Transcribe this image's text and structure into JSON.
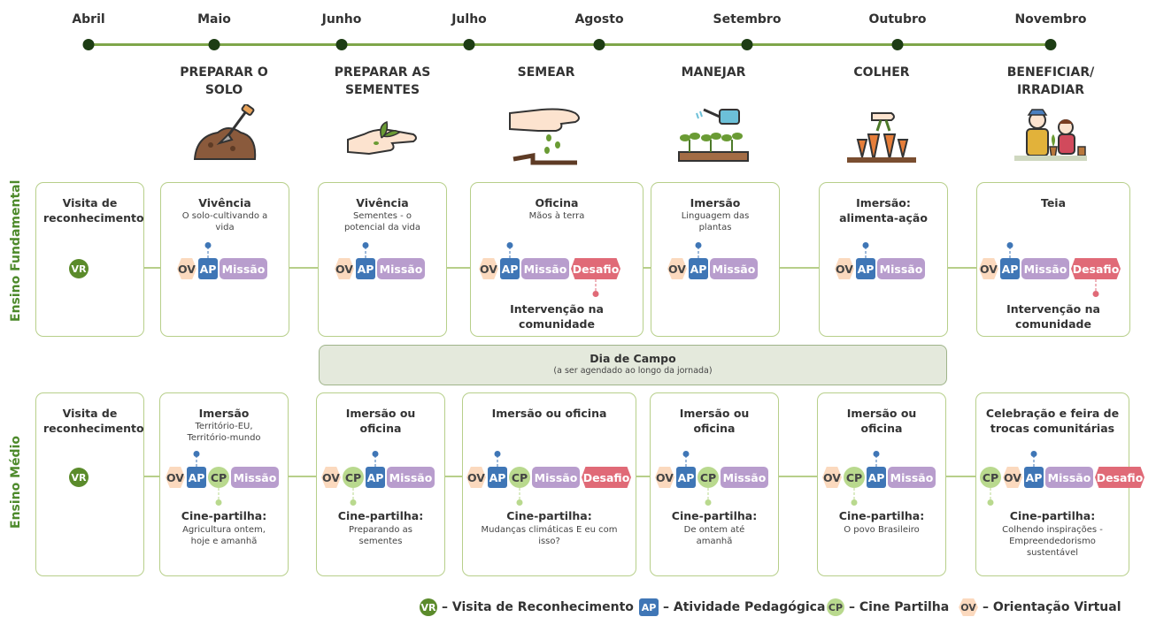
{
  "months": [
    "Abril",
    "Maio",
    "Junho",
    "Julho",
    "Agosto",
    "Setembro",
    "Outubro",
    "Novembro"
  ],
  "stages": [
    {
      "title": "PREPARAR O SOLO",
      "icon": "soil-shovel-icon"
    },
    {
      "title": "PREPARAR AS SEMENTES",
      "icon": "hand-seeds-icon"
    },
    {
      "title": "SEMEAR",
      "icon": "hand-sowing-icon"
    },
    {
      "title": "MANEJAR",
      "icon": "watering-can-icon"
    },
    {
      "title": "COLHER",
      "icon": "harvest-carrots-icon"
    },
    {
      "title": "BENEFICIAR/ IRRADIAR",
      "icon": "people-plants-icon"
    }
  ],
  "rows": {
    "fundamental": {
      "label": "Ensino Fundamental"
    },
    "medio": {
      "label": "Ensino Médio"
    }
  },
  "fundamental": [
    {
      "title": "Visita de reconhecimento",
      "sub": "",
      "foot": "",
      "chips": [
        "VR"
      ]
    },
    {
      "title": "Vivência",
      "sub": "O solo-cultivando a vida",
      "foot": "",
      "chips": [
        "OV",
        "AP",
        "Missão"
      ]
    },
    {
      "title": "Vivência",
      "sub": "Sementes - o potencial da vida",
      "foot": "",
      "chips": [
        "OV",
        "AP",
        "Missão"
      ]
    },
    {
      "title": "Oficina",
      "sub": "Mãos à terra",
      "foot": "Intervenção na comunidade",
      "chips": [
        "OV",
        "AP",
        "Missão",
        "Desafio"
      ]
    },
    {
      "title": "Imersão",
      "sub": "Linguagem das plantas",
      "foot": "",
      "chips": [
        "OV",
        "AP",
        "Missão"
      ]
    },
    {
      "title": "Imersão: alimenta-ação",
      "sub": "",
      "foot": "",
      "chips": [
        "OV",
        "AP",
        "Missão"
      ]
    },
    {
      "title": "Teia",
      "sub": "",
      "foot": "Intervenção na comunidade",
      "chips": [
        "OV",
        "AP",
        "Missão",
        "Desafio"
      ]
    }
  ],
  "dia_de_campo": {
    "title": "Dia de Campo",
    "sub": "(a ser agendado ao longo da jornada)"
  },
  "medio": [
    {
      "title": "Visita de reconhecimento",
      "sub": "",
      "foot": "",
      "foot_sub": "",
      "chips": [
        "VR"
      ]
    },
    {
      "title": "Imersão",
      "sub": "Território-EU, Território-mundo",
      "foot": "Cine-partilha:",
      "foot_sub": "Agricultura ontem, hoje e amanhã",
      "chips": [
        "OV",
        "AP",
        "CP",
        "Missão"
      ]
    },
    {
      "title": "Imersão ou oficina",
      "sub": "",
      "foot": "Cine-partilha:",
      "foot_sub": "Preparando as sementes",
      "chips": [
        "OV",
        "CP",
        "AP",
        "Missão"
      ]
    },
    {
      "title": "Imersão ou oficina",
      "sub": "",
      "foot": "Cine-partilha:",
      "foot_sub": "Mudanças climáticas E eu com isso?",
      "chips": [
        "OV",
        "AP",
        "CP",
        "Missão",
        "Desafio"
      ]
    },
    {
      "title": "Imersão ou oficina",
      "sub": "",
      "foot": "Cine-partilha:",
      "foot_sub": "De ontem até amanhã",
      "chips": [
        "OV",
        "AP",
        "CP",
        "Missão"
      ]
    },
    {
      "title": "Imersão ou oficina",
      "sub": "",
      "foot": "Cine-partilha:",
      "foot_sub": "O povo Brasileiro",
      "chips": [
        "OV",
        "CP",
        "AP",
        "Missão"
      ]
    },
    {
      "title": "Celebração e feira de trocas comunitárias",
      "sub": "",
      "foot": "Cine-partilha:",
      "foot_sub": "Colhendo inspirações - Empreendedorismo sustentável",
      "chips": [
        "CP",
        "OV",
        "AP",
        "Missão",
        "Desafio"
      ]
    }
  ],
  "legend": [
    {
      "code": "VR",
      "text": "– Visita de Reconhecimento"
    },
    {
      "code": "AP",
      "text": "– Atividade Pedagógica"
    },
    {
      "code": "CP",
      "text": "– Cine Partilha"
    },
    {
      "code": "OV",
      "text": "– Orientação Virtual"
    }
  ],
  "colors": {
    "vr": "#5b8b2b",
    "ap": "#3f76b6",
    "cp": "#b9d98e",
    "ov": "#fbd9be",
    "missao": "#b89dcd",
    "desafio": "#e06a77",
    "border": "#b7cf8a"
  }
}
